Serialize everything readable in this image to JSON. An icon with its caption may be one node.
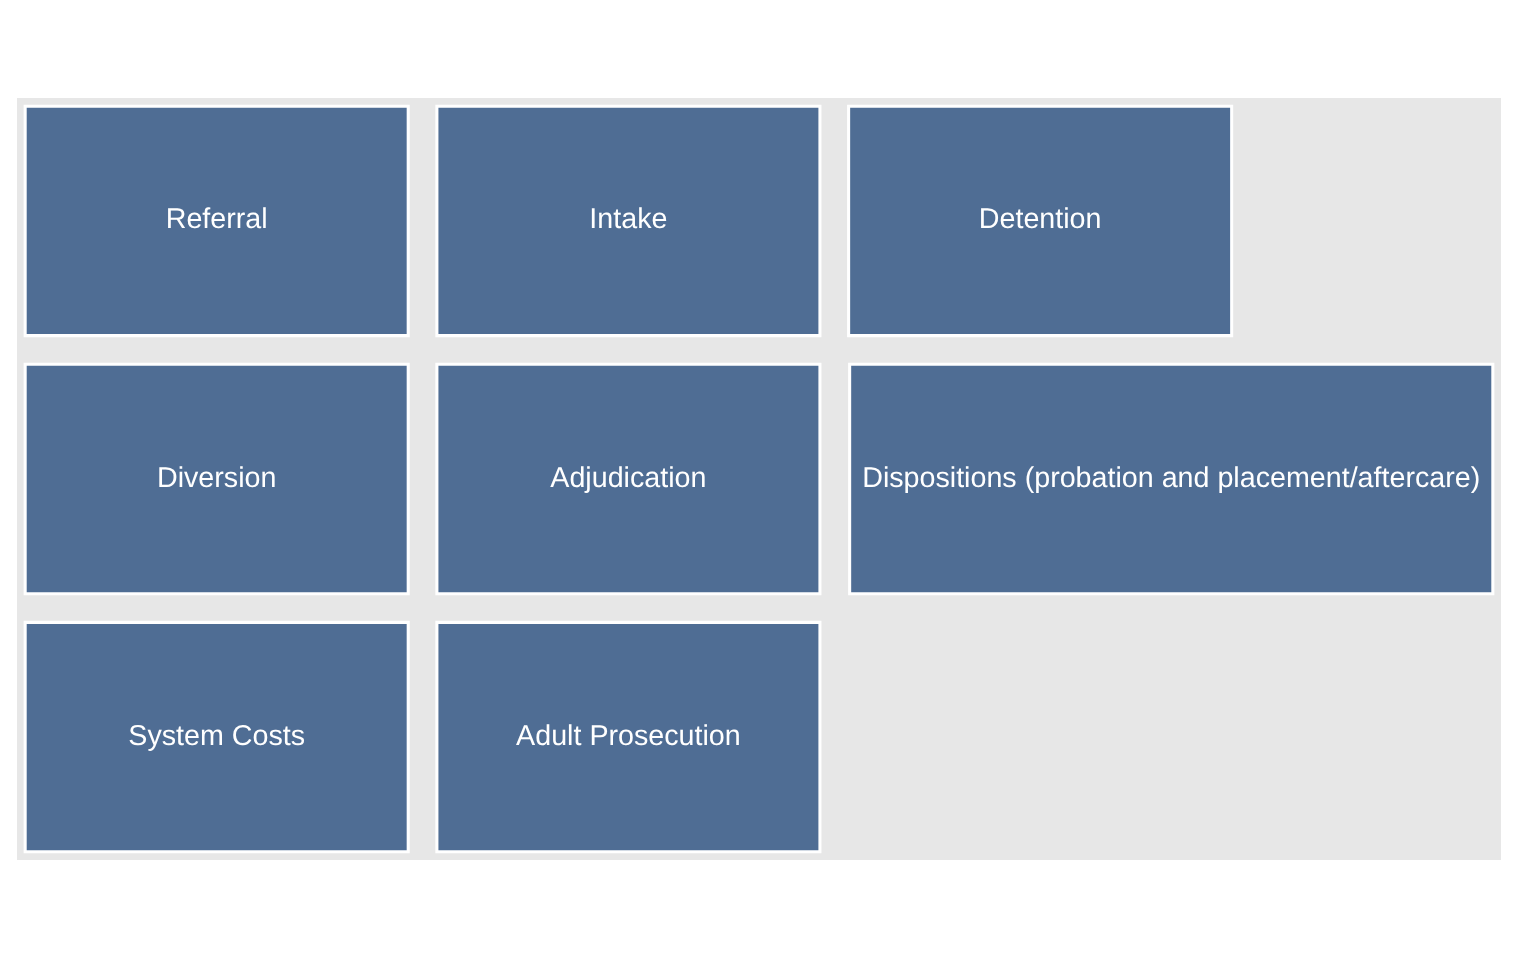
{
  "diagram": {
    "nodes": [
      {
        "text": [
          "Referral"
        ]
      },
      {
        "text": [
          "Intake"
        ]
      },
      {
        "text": [
          "Detention"
        ]
      },
      {
        "text": [
          "Diversion"
        ]
      },
      {
        "text": [
          "Adjudication"
        ]
      },
      {
        "text": [
          "Dispositions (probation and placement/aftercare)"
        ]
      },
      {
        "text": [
          "System Costs"
        ]
      },
      {
        "text": [
          "Adult Prosecution"
        ]
      }
    ],
    "edges": []
  }
}
